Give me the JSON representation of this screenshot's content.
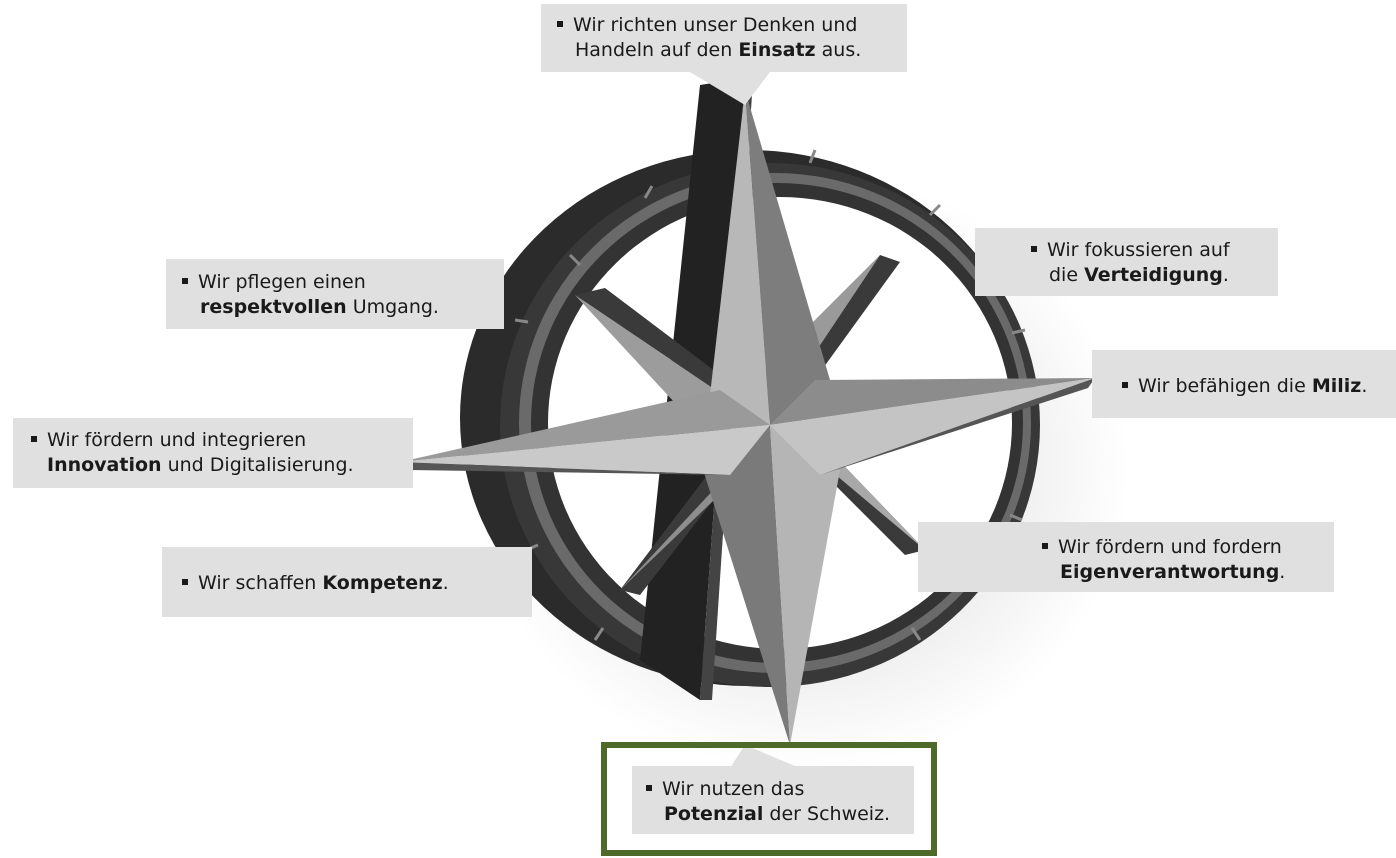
{
  "colors": {
    "highlight": "#4e6a2a",
    "box_fill": "#e0e0e0",
    "text": "#1a1a1a"
  },
  "principles": [
    {
      "id": "einsatz",
      "line1": "Wir richten unser Denken und",
      "line2_pre": "Handeln auf den ",
      "line2_bold": "Einsatz",
      "line2_post": " aus."
    },
    {
      "id": "verteidigung",
      "line1": "Wir fokussieren auf",
      "line2_pre": "die ",
      "line2_bold": "Verteidigung",
      "line2_post": "."
    },
    {
      "id": "miliz",
      "pre": "Wir befähigen die ",
      "bold": "Miliz",
      "post": "."
    },
    {
      "id": "eigenverantwortung",
      "line1": "Wir fördern und fordern",
      "line2_bold": "Eigenverantwortung",
      "line2_post": "."
    },
    {
      "id": "potenzial",
      "line1": "Wir nutzen das",
      "line2_bold": "Potenzial",
      "line2_post": " der Schweiz."
    },
    {
      "id": "kompetenz",
      "pre": "Wir schaffen ",
      "bold": "Kompetenz",
      "post": "."
    },
    {
      "id": "innovation",
      "line1": "Wir fördern und integrieren",
      "line2_bold": "Innovation",
      "line2_post": " und Digitalisierung."
    },
    {
      "id": "respekt",
      "line1": "Wir pflegen einen",
      "line2_bold": "respektvollen",
      "line2_post": " Umgang."
    }
  ]
}
